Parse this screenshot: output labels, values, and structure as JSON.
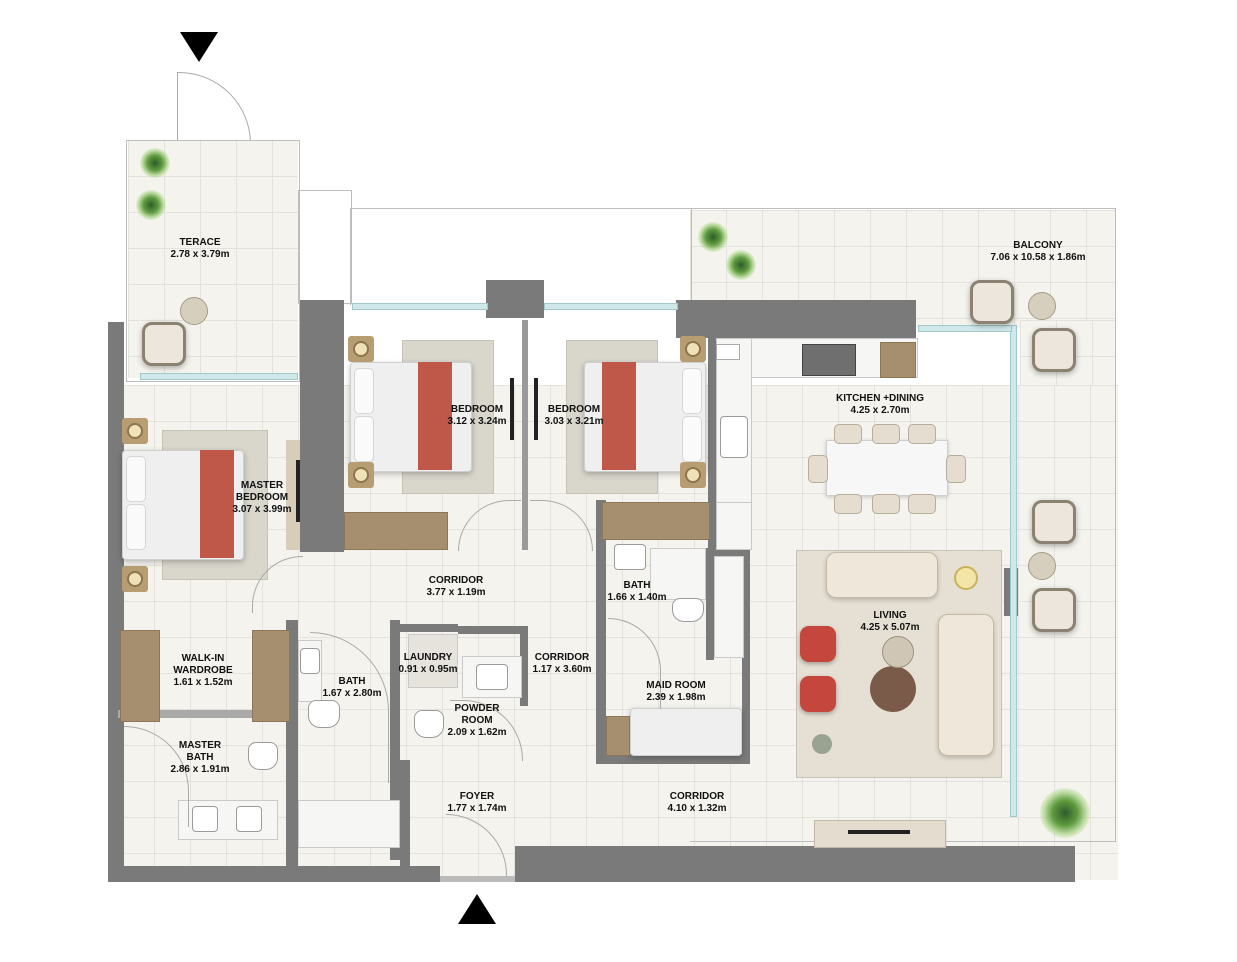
{
  "plan": {
    "title": "Apartment floor plan",
    "entrances": [
      {
        "id": "top-entry",
        "direction": "down",
        "marker": "black-triangle"
      },
      {
        "id": "bottom-entry",
        "direction": "up",
        "marker": "black-triangle"
      }
    ],
    "rooms": {
      "terace": {
        "name": "TERACE",
        "dims": "2.78 x 3.79m"
      },
      "balcony": {
        "name": "BALCONY",
        "dims": "7.06 x 10.58 x 1.86m"
      },
      "bedroom_1": {
        "name": "BEDROOM",
        "dims": "3.12 x 3.24m"
      },
      "bedroom_2": {
        "name": "BEDROOM",
        "dims": "3.03 x 3.21m"
      },
      "master_bedroom": {
        "name_line1": "MASTER",
        "name_line2": "BEDROOM",
        "dims": "3.07 x 3.99m"
      },
      "kitchen_dining": {
        "name": "KITCHEN +DINING",
        "dims": "4.25 x 2.70m"
      },
      "corridor_1": {
        "name": "CORRIDOR",
        "dims": "3.77 x 1.19m"
      },
      "bath_1": {
        "name": "BATH",
        "dims": "1.66 x 1.40m"
      },
      "living": {
        "name": "LIVING",
        "dims": "4.25 x 5.07m"
      },
      "walk_in_wardrobe": {
        "name_line1": "WALK-IN",
        "name_line2": "WARDROBE",
        "dims": "1.61 x 1.52m"
      },
      "bath_2": {
        "name": "BATH",
        "dims": "1.67 x 2.80m"
      },
      "laundry": {
        "name": "LAUNDRY",
        "dims": "0.91 x 0.95m"
      },
      "corridor_2": {
        "name": "CORRIDOR",
        "dims": "1.17 x 3.60m"
      },
      "maid_room": {
        "name": "MAID ROOM",
        "dims": "2.39 x 1.98m"
      },
      "powder_room": {
        "name_line1": "POWDER",
        "name_line2": "ROOM",
        "dims": "2.09 x 1.62m"
      },
      "master_bath": {
        "name_line1": "MASTER",
        "name_line2": "BATH",
        "dims": "2.86 x 1.91m"
      },
      "foyer": {
        "name": "FOYER",
        "dims": "1.77 x 1.74m"
      },
      "corridor_3": {
        "name": "CORRIDOR",
        "dims": "4.10 x 1.32m"
      }
    },
    "colors": {
      "wall": "#7a7a7a",
      "floor": "#f4f3ee",
      "accent_throw": "#c0584a",
      "plant": "#5e9a3f",
      "wood": "#a68f6e"
    }
  }
}
